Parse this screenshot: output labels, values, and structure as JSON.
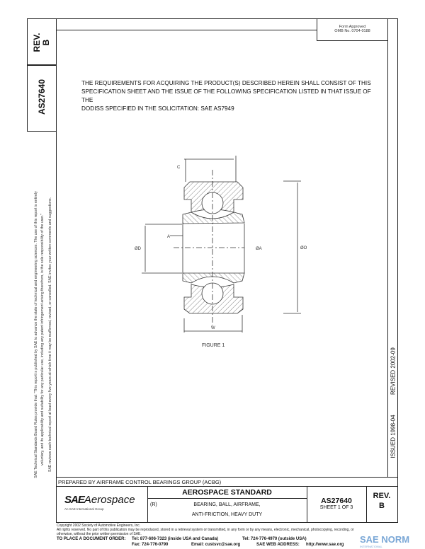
{
  "side_block": {
    "rev_label": "REV.",
    "rev_value": "B",
    "doc_number": "AS27640"
  },
  "form_box": {
    "line1": "Form Approved",
    "line2": "OMB No. 0704-0188"
  },
  "requirements_text": [
    "THE REQUIREMENTS FOR ACQUIRING THE PRODUCT(S) DESCRIBED HEREIN SHALL CONSIST OF THIS",
    "SPECIFICATION SHEET AND THE ISSUE OF THE FOLLOWING SPECIFICATION LISTED IN THAT ISSUE OF THE",
    "DODISS SPECIFIED IN THE SOLICITATION:  SAE AS7949"
  ],
  "figure": {
    "caption": "FIGURE 1",
    "labels": {
      "c": "C",
      "a": "A",
      "left_dia": "ØD",
      "mid_dia": "ØA",
      "right_dia": "ØO",
      "w": "W"
    }
  },
  "side_notes": {
    "line1": "SAE Technical Standards Board Rules provide that: \"This report is published by SAE to advance the state of technical and engineering sciences. The use of this report is entirely",
    "line2": "voluntary, and its applicability and suitability for any particular use, including any patent infringement arising therefrom, is the sole responsibility of the user.\"",
    "line3": "SAE reviews each technical report at least every five years at which time it may be reaffirmed, revised, or cancelled. SAE invites your written comments and suggestions."
  },
  "dates": {
    "issued": "ISSUED 1998-04",
    "revised": "REVISED 2002-09"
  },
  "prepared_by": "PREPARED BY AIRFRAME CONTROL BEARINGS GROUP (ACBG)",
  "title_block": {
    "logo_sae": "SAE",
    "logo_aerospace": "Aerospace",
    "logo_tagline": "An SAE International Group",
    "standard_heading": "AEROSPACE STANDARD",
    "reg_mark": "(R)",
    "title_line1": "BEARING, BALL, AIRFRAME,",
    "title_line2": "ANTI-FRICTION, HEAVY DUTY",
    "doc_number": "AS27640",
    "sheet": "SHEET 1 OF 3",
    "rev_label": "REV.",
    "rev_value": "B"
  },
  "footer": {
    "copyright": "Copyright 2002 Society of Automotive Engineers, Inc.",
    "rights1": "All rights reserved. No part of this publication may be reproduced, stored in a retrieval system or transmitted, in any form or by any means, electronic, mechanical, photocopying, recording, or",
    "rights2": "otherwise, without the prior written permission of SAE.",
    "order_label": "TO PLACE A DOCUMENT ORDER:",
    "tel_us": "Tel:  877-606-7323 (inside USA and Canada)",
    "fax": "Fax:  724-776-0790",
    "tel_intl": "Tel:  724-776-4970 (outside USA)",
    "email": "Email:  custsvc@sae.org",
    "web_label": "SAE WEB ADDRESS:",
    "web": "http://www.sae.org"
  },
  "watermark": {
    "text": "SAE NORM",
    "sub": "INTERNATIONAL"
  }
}
